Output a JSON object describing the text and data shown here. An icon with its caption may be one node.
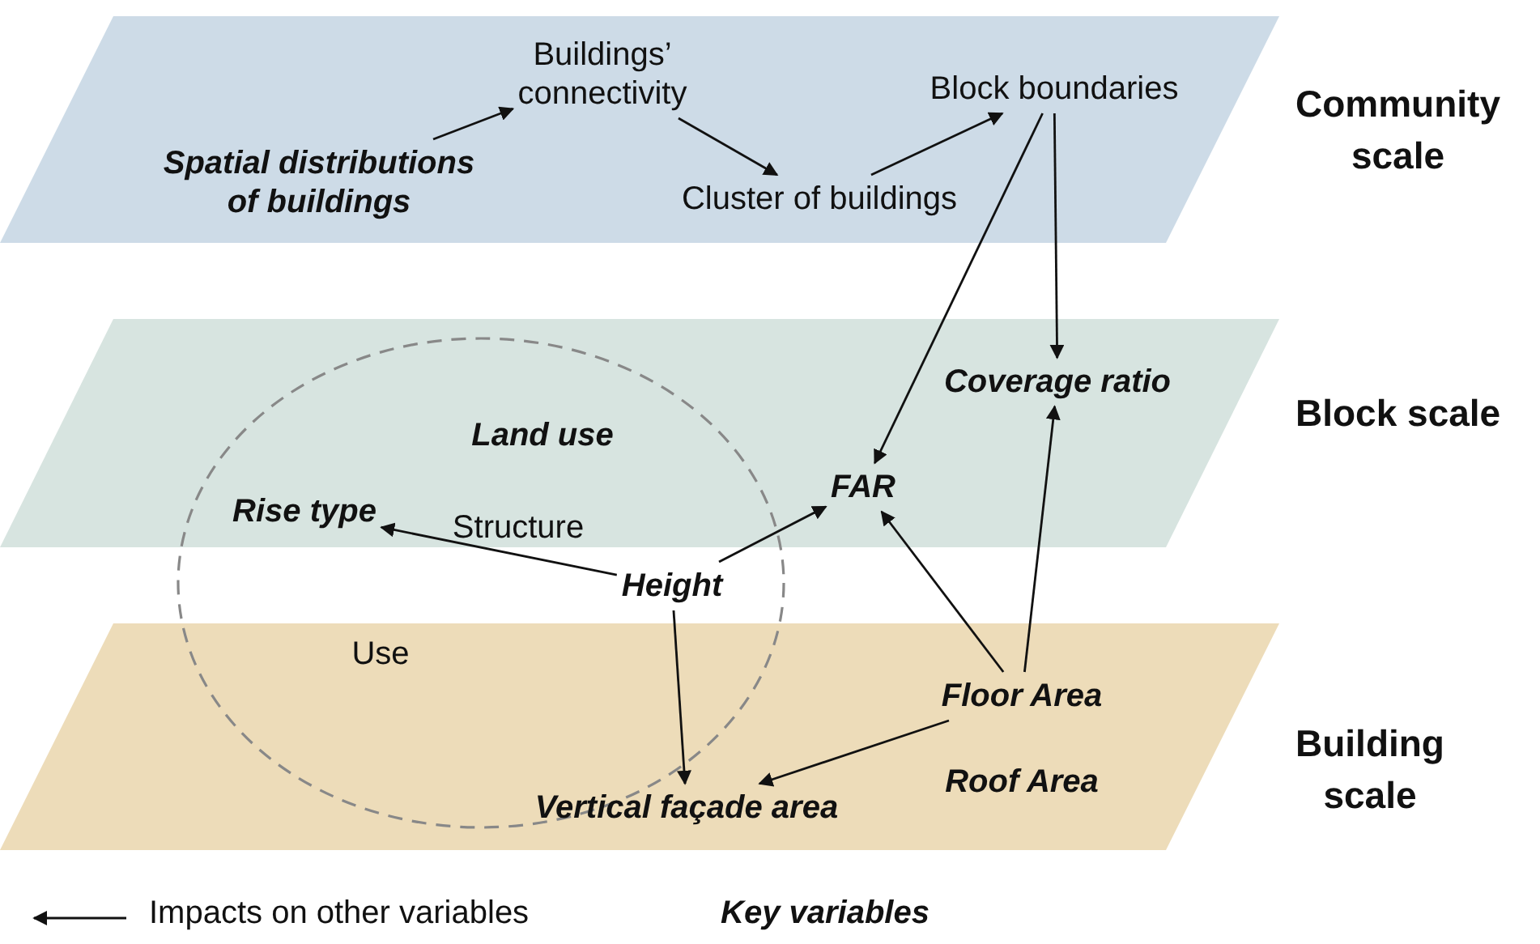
{
  "diagram": {
    "nodes": [
      {
        "text": [
          "Community scale"
        ]
      },
      {
        "text": [
          "Buildings’ connectivity"
        ],
        "in": 0
      },
      {
        "text": [
          "Block boundaries"
        ],
        "in": 0
      },
      {
        "text": [
          "Spatial distributions of buildings"
        ],
        "in": 0
      },
      {
        "text": [
          "Cluster of buildings"
        ],
        "in": 0
      },
      {
        "text": [
          "Block scale"
        ]
      },
      {
        "text": [
          "Coverage ratio"
        ],
        "in": 5
      },
      {
        "text": [
          "FAR"
        ],
        "in": 5
      },
      {
        "text": [
          "Building scale"
        ]
      },
      {
        "text": [
          "Floor Area"
        ],
        "in": 8
      },
      {
        "text": [
          "Vertical façade area"
        ],
        "in": 8
      },
      {
        "text": [
          "Roof Area"
        ],
        "in": 8
      },
      {
        "text": [],
        "shape": "circle"
      },
      {
        "text": [
          "Land use"
        ]
      },
      {
        "text": [
          "Rise type"
        ]
      },
      {
        "text": [
          "Structure"
        ]
      },
      {
        "text": [
          "Height"
        ],
        "in": 12
      },
      {
        "text": [
          "Use"
        ]
      }
    ],
    "edges": [
      {
        "from": 3,
        "to": 1,
        "arrow": "to"
      },
      {
        "from": 1,
        "to": 4,
        "arrow": "to"
      },
      {
        "from": 4,
        "to": 2,
        "arrow": "to"
      },
      {
        "from": 2,
        "to": 7,
        "arrow": "to"
      },
      {
        "from": 2,
        "to": 6,
        "arrow": "to"
      },
      {
        "from": 16,
        "to": 14,
        "arrow": "to"
      },
      {
        "from": 16,
        "to": 7,
        "arrow": "to"
      },
      {
        "from": 16,
        "to": 10,
        "arrow": "to"
      },
      {
        "from": 9,
        "to": 7,
        "arrow": "to"
      },
      {
        "from": 9,
        "to": 6,
        "arrow": "to"
      },
      {
        "from": 9,
        "to": 10,
        "arrow": "to"
      }
    ],
    "labels": [
      "Key variables"
    ],
    "legend": [
      {
        "text": "Impacts on other variables"
      }
    ]
  }
}
